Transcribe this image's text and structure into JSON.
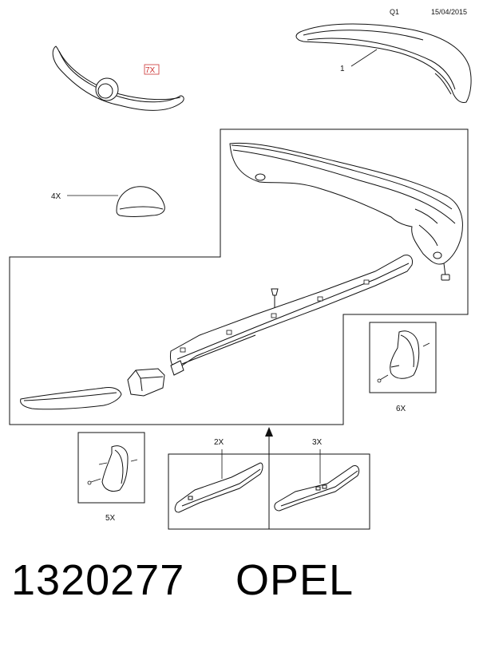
{
  "header": {
    "code": "Q1",
    "date": "15/04/2015"
  },
  "callouts": {
    "spoiler": "1",
    "grille": "7X",
    "mirror_cap": "4X",
    "mudflap_rear": "6X",
    "mudflap_front": "5X",
    "trim_a": "2X",
    "trim_b": "3X"
  },
  "footer": {
    "part_number": "1320277",
    "brand": "OPEL"
  },
  "colors": {
    "line": "#111111",
    "highlight": "#cc3333"
  }
}
